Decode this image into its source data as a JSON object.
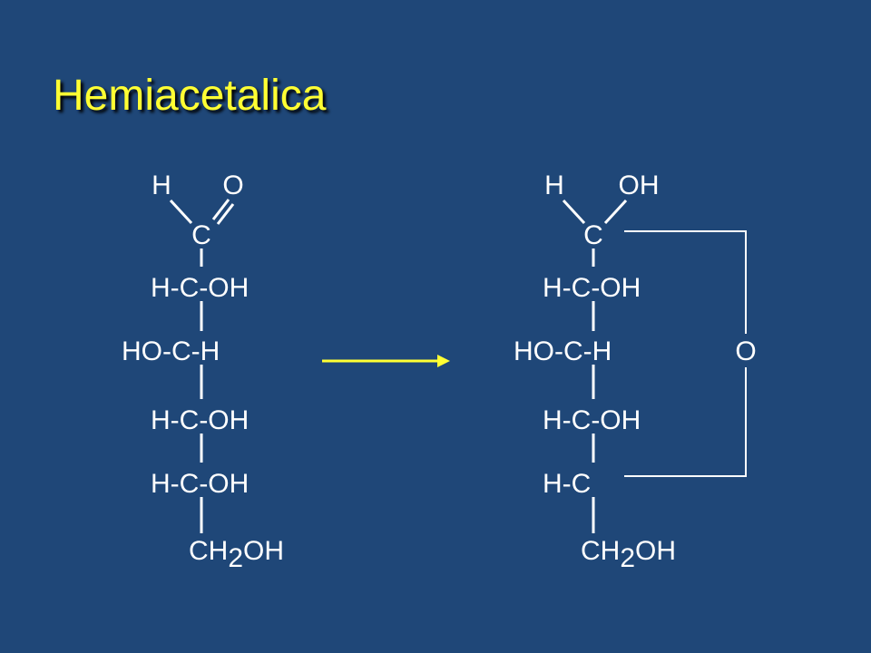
{
  "title": "Hemiacetalica",
  "colors": {
    "background": "#1f4778",
    "title": "#ffff33",
    "text": "#ffffff",
    "lines": "#ffffff",
    "arrow": "#ffff33"
  },
  "open_chain": {
    "top_h": "H",
    "top_o": "O",
    "c1": "C",
    "rows": [
      "H-C-OH",
      "HO-C-H",
      "H-C-OH",
      "H-C-OH"
    ],
    "ch2oh": {
      "pre": "CH",
      "sub": "2",
      "post": "OH"
    }
  },
  "cyclic": {
    "top_h": "H",
    "top_oh": "OH",
    "c1": "C",
    "rows": [
      "H-C-OH",
      "HO-C-H",
      "H-C-OH",
      "H-C"
    ],
    "ring_o": "O",
    "ch2oh": {
      "pre": "CH",
      "sub": "2",
      "post": "OH"
    }
  },
  "arrow": {
    "direction": "right"
  }
}
